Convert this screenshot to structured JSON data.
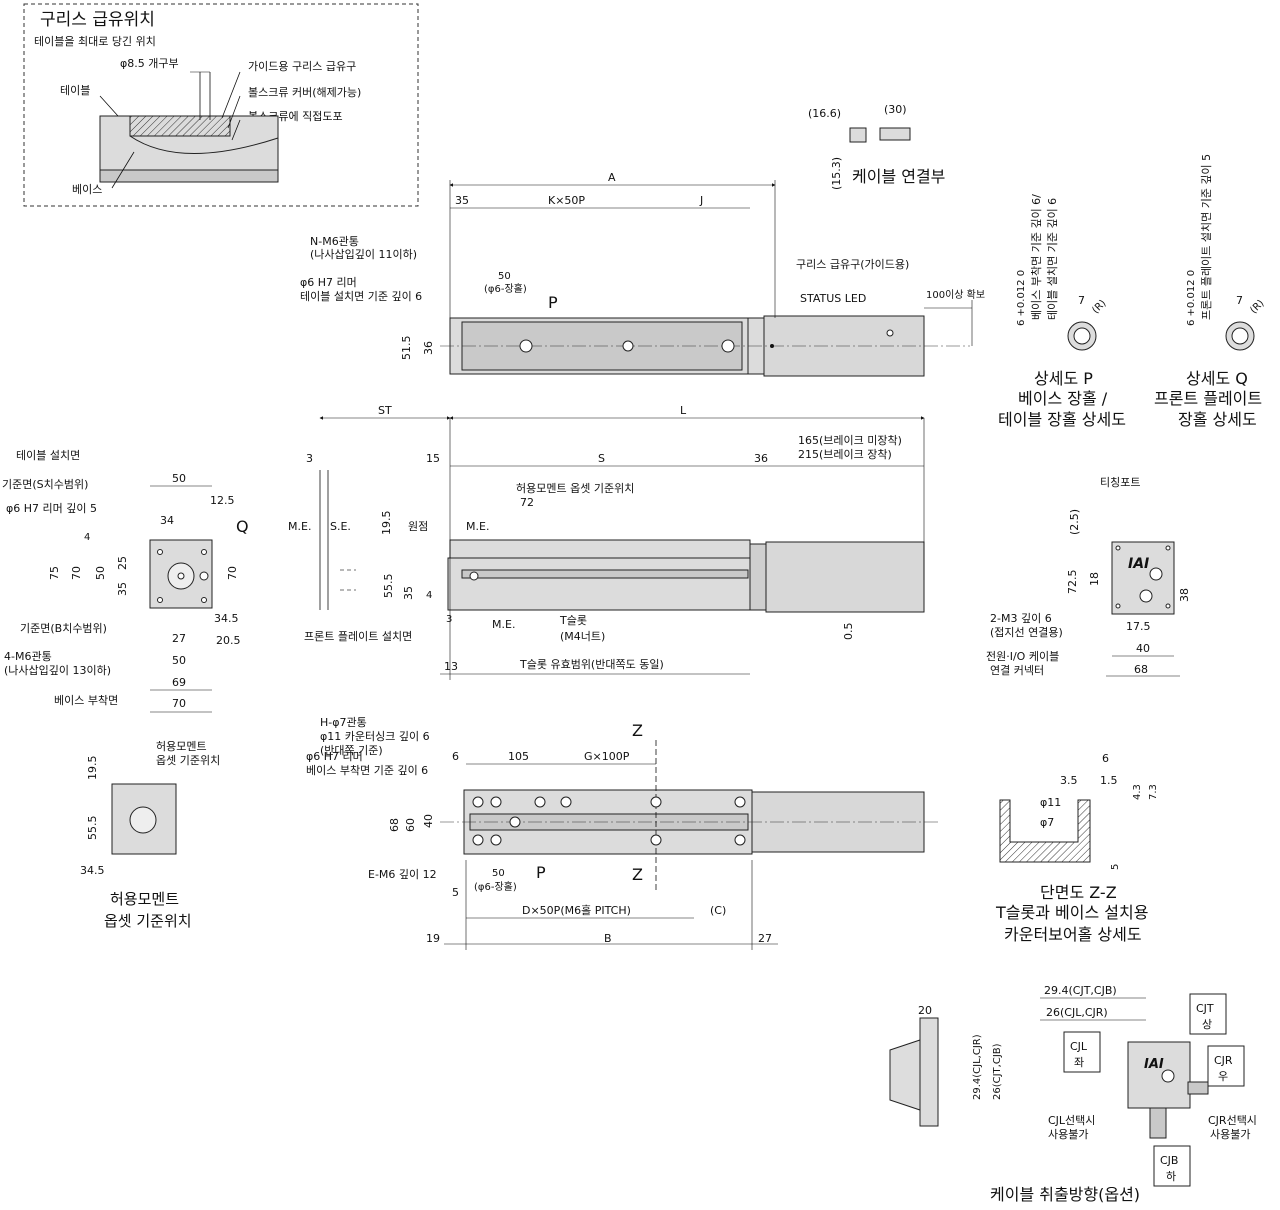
{
  "grease_box": {
    "title": "구리스 급유위치",
    "subtitle": "테이블을 최대로 당긴 위치",
    "opening": "φ8.5 개구부",
    "guide_port": "가이드용 구리스 급유구",
    "cover": "볼스크류 커버(해제가능)",
    "direct": "볼스크류에 직접도포",
    "table": "테이블",
    "base": "베이스"
  },
  "cable_conn": {
    "d1": "(16.6)",
    "d2": "(30)",
    "d3": "(15.3)",
    "title": "케이블 연결부"
  },
  "top_view": {
    "A": "A",
    "d35": "35",
    "kx50p": "K×50P",
    "J": "J",
    "nm6": "N-M6관통",
    "nm6b": "(나사삽입깊이 11이하)",
    "reamer": "φ6 H7 리머",
    "reamer2": "테이블 설치면 기준 깊이 6",
    "d50": "50",
    "d50b": "(φ6-장홀)",
    "P": "P",
    "grease": "구리스 급유구(가이드용)",
    "status": "STATUS LED",
    "d100": "100이상 확보",
    "d515": "51.5",
    "d36": "36"
  },
  "side_view": {
    "ST": "ST",
    "L": "L",
    "d3": "3",
    "d15": "15",
    "S": "S",
    "d36": "36",
    "brake1": "165(브레이크 미장착)",
    "brake2": "215(브레이크 장착)",
    "moment": "허용모멘트 옵셋 기준위치",
    "d72": "72",
    "origin": "원점",
    "me1": "M.E.",
    "se": "S.E.",
    "me2": "M.E.",
    "me3": "M.E.",
    "d195": "19.5",
    "d555": "55.5",
    "d35": "35",
    "d4": "4",
    "d3b": "3",
    "front": "프론트 플레이트 설치면",
    "tslot": "T슬롯",
    "m4": "(M4너트)",
    "d05": "0.5",
    "d13": "13",
    "trange": "T슬롯 유효범위(반대쪽도 동일)"
  },
  "end_view": {
    "table_face": "테이블 설치면",
    "ref_s": "기준면(S치수범위)",
    "reamer5": "φ6 H7 리머 깊이 5",
    "d50": "50",
    "d125": "12.5",
    "d34": "34",
    "Q": "Q",
    "d4": "4",
    "d75": "75",
    "d70": "70",
    "d50v": "50",
    "d25": "25",
    "d35": "35",
    "d70r": "70",
    "d345": "34.5",
    "ref_b": "기준면(B치수범위)",
    "d27": "27",
    "d205": "20.5",
    "m6": "4-M6관통",
    "m6b": "(나사삽입깊이 13이하)",
    "d50b": "50",
    "d69": "69",
    "base_face": "베이스 부착면",
    "d70b": "70"
  },
  "moment_view": {
    "title1": "허용모멘트",
    "title2": "옵셋 기준위치",
    "d195": "19.5",
    "d555": "55.5",
    "d345": "34.5",
    "cap1": "허용모멘트",
    "cap2": "옵셋 기준위치"
  },
  "bottom_view": {
    "h": "H-φ7관통",
    "h2": "φ11 카운터싱크 깊이 6",
    "h3": "(반대쪽 기준)",
    "reamer": "φ6 H7 리머",
    "reamer2": "베이스 부착면 기준 깊이 6",
    "d6": "6",
    "d105": "105",
    "g": "G×100P",
    "Z1": "Z",
    "Z2": "Z",
    "d68": "68",
    "d60": "60",
    "d40": "40",
    "em6": "E-M6 깊이 12",
    "d50": "50",
    "d50b": "(φ6-장홀)",
    "P": "P",
    "d5": "5",
    "dx50": "D×50P(M6홀 PITCH)",
    "C": "(C)",
    "d19": "19",
    "B": "B",
    "d27": "27"
  },
  "detail_p": {
    "label1": "베이스 부착면 기준 깊이 6/",
    "label2": "테이블 설치면 기준 깊이 6",
    "tol": "6 +0.012 0",
    "d7": "7",
    "R": "(R)",
    "cap1": "상세도 P",
    "cap2": "베이스 장홀 /",
    "cap3": "테이블 장홀 상세도"
  },
  "detail_q": {
    "label1": "프론트 플레이트 설치면 기준 깊이 5",
    "tol": "6 +0.012 0",
    "d7": "7",
    "R": "(R)",
    "cap1": "상세도 Q",
    "cap2": "프론트 플레이트",
    "cap3": "장홀 상세도"
  },
  "motor_end": {
    "teach": "티칭포트",
    "d25": "(2.5)",
    "d725": "72.5",
    "d18": "18",
    "d38": "38",
    "d175": "17.5",
    "d40": "40",
    "d68": "68",
    "m3": "2-M3 깊이 6",
    "m3b": "(접지선 연결용)",
    "io": "전원·I/O 케이블",
    "io2": "연결 커넥터",
    "logo": "IAI"
  },
  "section_z": {
    "d6": "6",
    "d35": "3.5",
    "d15": "1.5",
    "d43": "4.3",
    "d73": "7.3",
    "p11": "φ11",
    "p7": "φ7",
    "d5": "5",
    "cap1": "단면도 Z-Z",
    "cap2": "T슬롯과 베이스 설치용",
    "cap3": "카운터보어홀 상세도"
  },
  "cable_dir": {
    "d20": "20",
    "d294": "29.4(CJL,CJR)",
    "d26v": "26(CJT,CJB)",
    "d294h": "29.4(CJT,CJB)",
    "d26h": "26(CJL,CJR)",
    "cjt": "CJT",
    "cjt2": "상",
    "cjl": "CJL",
    "cjl2": "좌",
    "cjr": "CJR",
    "cjr2": "우",
    "cjb": "CJB",
    "cjb2": "하",
    "cjl_no": "CJL선택시",
    "cjl_no2": "사용불가",
    "cjr_no": "CJR선택시",
    "cjr_no2": "사용불가",
    "title": "케이블 취출방향(옵션)"
  }
}
